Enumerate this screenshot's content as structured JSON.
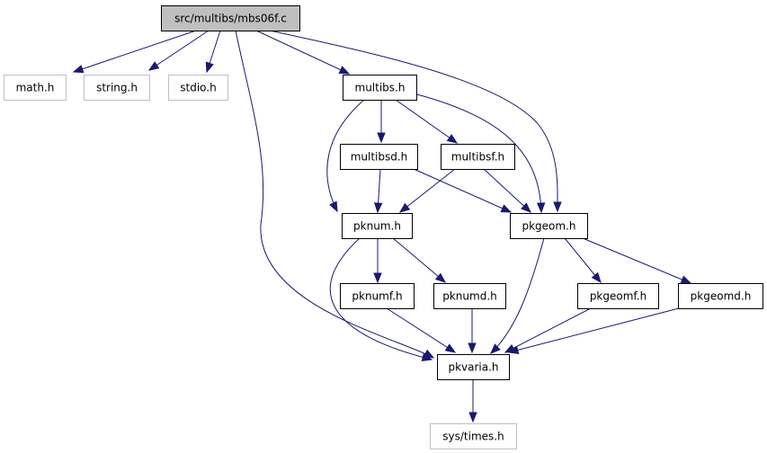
{
  "nodes": [
    {
      "id": "root",
      "label": "src/multibs/mbs06f.c",
      "kind": "root"
    },
    {
      "id": "math",
      "label": "math.h",
      "kind": "system"
    },
    {
      "id": "string",
      "label": "string.h",
      "kind": "system"
    },
    {
      "id": "stdio",
      "label": "stdio.h",
      "kind": "system"
    },
    {
      "id": "multibs",
      "label": "multibs.h",
      "kind": "local"
    },
    {
      "id": "multibsd",
      "label": "multibsd.h",
      "kind": "local"
    },
    {
      "id": "multibsf",
      "label": "multibsf.h",
      "kind": "local"
    },
    {
      "id": "pknum",
      "label": "pknum.h",
      "kind": "local"
    },
    {
      "id": "pkgeom",
      "label": "pkgeom.h",
      "kind": "local"
    },
    {
      "id": "pknumf",
      "label": "pknumf.h",
      "kind": "local"
    },
    {
      "id": "pknumd",
      "label": "pknumd.h",
      "kind": "local"
    },
    {
      "id": "pkgeomf",
      "label": "pkgeomf.h",
      "kind": "local"
    },
    {
      "id": "pkgeomd",
      "label": "pkgeomd.h",
      "kind": "local"
    },
    {
      "id": "pkvaria",
      "label": "pkvaria.h",
      "kind": "local"
    },
    {
      "id": "systimes",
      "label": "sys/times.h",
      "kind": "system"
    }
  ],
  "edges": [
    {
      "from": "root",
      "to": "math"
    },
    {
      "from": "root",
      "to": "string"
    },
    {
      "from": "root",
      "to": "stdio"
    },
    {
      "from": "root",
      "to": "multibs"
    },
    {
      "from": "root",
      "to": "pkgeom"
    },
    {
      "from": "root",
      "to": "pkvaria"
    },
    {
      "from": "multibs",
      "to": "multibsd"
    },
    {
      "from": "multibs",
      "to": "multibsf"
    },
    {
      "from": "multibs",
      "to": "pknum"
    },
    {
      "from": "multibs",
      "to": "pkgeom"
    },
    {
      "from": "multibsd",
      "to": "pknum"
    },
    {
      "from": "multibsd",
      "to": "pkgeom"
    },
    {
      "from": "multibsf",
      "to": "pknum"
    },
    {
      "from": "multibsf",
      "to": "pkgeom"
    },
    {
      "from": "pknum",
      "to": "pknumf"
    },
    {
      "from": "pknum",
      "to": "pknumd"
    },
    {
      "from": "pknum",
      "to": "pkvaria"
    },
    {
      "from": "pkgeom",
      "to": "pkgeomf"
    },
    {
      "from": "pkgeom",
      "to": "pkgeomd"
    },
    {
      "from": "pkgeom",
      "to": "pkvaria"
    },
    {
      "from": "pknumf",
      "to": "pkvaria"
    },
    {
      "from": "pknumd",
      "to": "pkvaria"
    },
    {
      "from": "pkgeomf",
      "to": "pkvaria"
    },
    {
      "from": "pkgeomd",
      "to": "pkvaria"
    },
    {
      "from": "pkvaria",
      "to": "systimes"
    }
  ]
}
